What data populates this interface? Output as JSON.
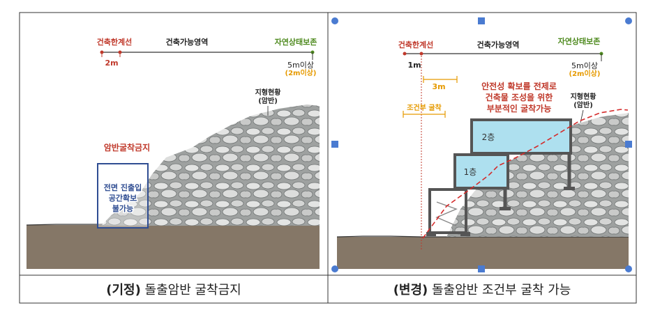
{
  "colors": {
    "red": "#c0392b",
    "green": "#4e8a1e",
    "orange": "#e69a00",
    "navy": "#2f4d92",
    "ground": "#857767",
    "rock": "#cfd0cf",
    "rock_dark": "#7d8080",
    "building_fill": "#aee0ef",
    "building_stroke": "#555555",
    "handle": "#4a7bd1"
  },
  "left_panel": {
    "line_start_label": "건축한계선",
    "line_mid_label": "건축가능영역",
    "line_end_label": "자연상태보존",
    "start_dim": "2m",
    "end_dim_1": "5m이상",
    "end_dim_2": "(2m이상)",
    "terrain_label_1": "지형현황",
    "terrain_label_2": "(암반)",
    "ban_label": "암반굴착금지",
    "box_line_1": "전면 진출입",
    "box_line_2": "공간확보",
    "box_line_3": "불가능"
  },
  "right_panel": {
    "line_start_label": "건축한계선",
    "line_mid_label": "건축가능영역",
    "line_end_label": "자연상태보존",
    "start_dim": "1m",
    "end_dim_1": "5m이상",
    "end_dim_2": "(2m이상)",
    "dim_3m": "3m",
    "cond_label": "조건부 굴착",
    "safety_1": "안전성 확보를 전제로",
    "safety_2": "건축물 조성을 위한",
    "safety_3": "부분적인 굴착가능",
    "terrain_label_1": "지형현황",
    "terrain_label_2": "(암반)",
    "floor_2": "2층",
    "floor_1": "1층"
  },
  "captions": {
    "left_bold": "(기정)",
    "left_rest": " 돌출암반 굴착금지",
    "right_bold": "(변경)",
    "right_rest": " 돌출암반 조건부 굴착 가능"
  }
}
